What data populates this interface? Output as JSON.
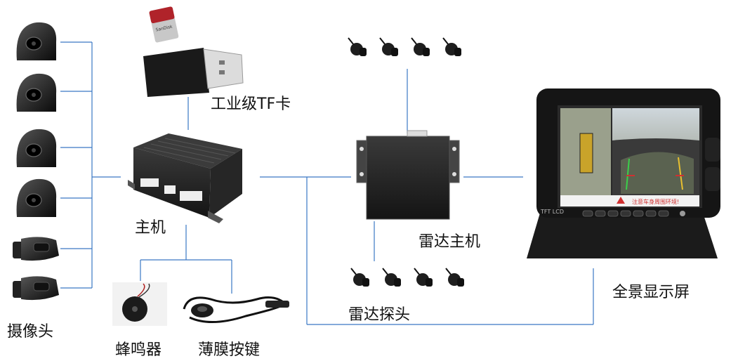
{
  "labels": {
    "camera": "摄像头",
    "tf_card": "工业级TF卡",
    "host": "主机",
    "buzzer": "蜂鸣器",
    "keypad": "薄膜按键",
    "radar_probe": "雷达探头",
    "radar_host": "雷达主机",
    "display": "全景显示屏"
  },
  "screen": {
    "brand": "TFT LCD",
    "warning": "注意车身周围环境!"
  },
  "sd_card": {
    "text": "SanDisk"
  },
  "colors": {
    "line": "#3a78c4",
    "device": "#1e1e1e"
  }
}
